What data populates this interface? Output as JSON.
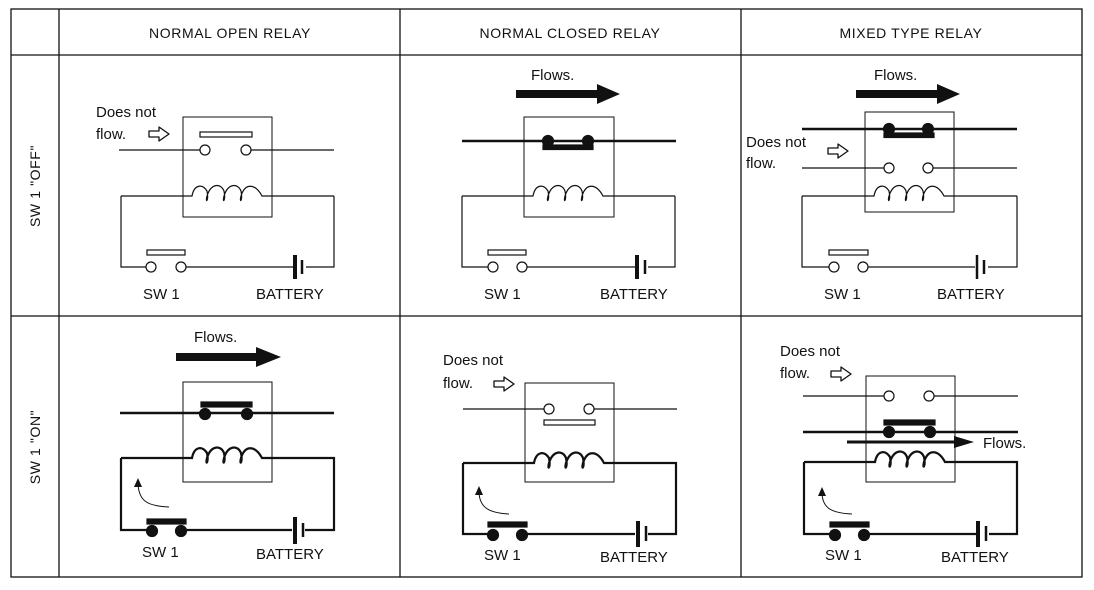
{
  "table": {
    "columns": [
      {
        "key": "no",
        "label": "NORMAL OPEN RELAY"
      },
      {
        "key": "nc",
        "label": "NORMAL CLOSED RELAY"
      },
      {
        "key": "mixed",
        "label": "MIXED TYPE RELAY"
      }
    ],
    "rows": [
      {
        "key": "off",
        "label": "SW 1 \"OFF\""
      },
      {
        "key": "on",
        "label": "SW 1 \"ON\""
      }
    ]
  },
  "labels": {
    "flows": "Flows.",
    "does_not_line1": "Does not",
    "does_not_line2": "flow.",
    "switch": "SW 1",
    "battery": "BATTERY"
  },
  "cells": {
    "no_off": {
      "sw1_closed": false,
      "top_contact": "open",
      "load_current": "does-not-flow"
    },
    "nc_off": {
      "sw1_closed": false,
      "top_contact": "closed",
      "load_current": "flows"
    },
    "mixed_off": {
      "sw1_closed": false,
      "upper_contact": "closed",
      "lower_contact": "open",
      "upper_current": "flows",
      "lower_current": "does-not-flow"
    },
    "no_on": {
      "sw1_closed": true,
      "top_contact": "closed",
      "load_current": "flows"
    },
    "nc_on": {
      "sw1_closed": true,
      "top_contact": "open",
      "load_current": "does-not-flow"
    },
    "mixed_on": {
      "sw1_closed": true,
      "upper_contact": "open",
      "lower_contact": "closed",
      "upper_current": "does-not-flow",
      "lower_current": "flows"
    }
  },
  "colors": {
    "ink": "#111111",
    "paper": "#ffffff"
  }
}
